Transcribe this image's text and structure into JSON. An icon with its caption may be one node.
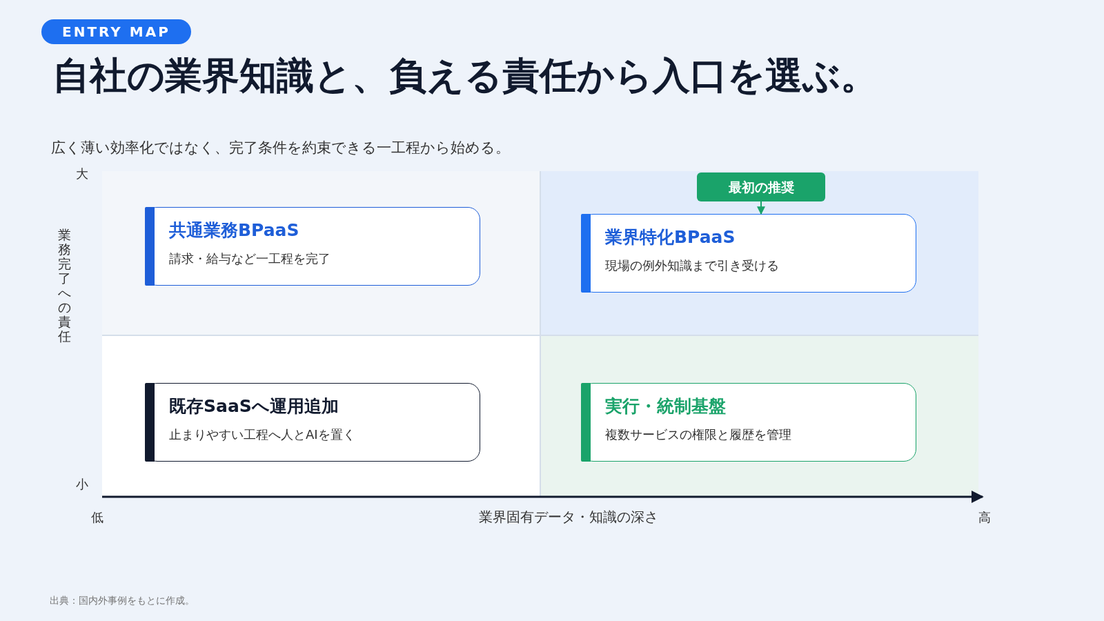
{
  "diagram": {
    "title": "自社の業界知識と、負える責任から入口を選ぶ。",
    "caption": "出典：国内外事例をもとに作成。",
    "nodes": [
      {
        "text": [
          "共通業務BPaaS",
          "請求・給与など一工程を完了"
        ]
      },
      {
        "text": [
          "業界特化BPaaS",
          "現場の例外知識まで引き受ける"
        ]
      },
      {
        "text": [
          "既存SaaSへ運用追加",
          "止まりやすい工程へ人とAIを置く"
        ]
      },
      {
        "text": [
          "実行・統制基盤",
          "複数サービスの権限と履歴を管理"
        ]
      },
      {
        "text": [
          "最初の推奨"
        ]
      }
    ],
    "edges": [
      {
        "from": 4,
        "to": 1,
        "arrow": "to",
        "color": "#1aa36a"
      }
    ],
    "labels": [
      "ENTRY MAP",
      "広く薄い効率化ではなく、完了条件を約束できる一工程から始める。",
      "大",
      "業務完了への責任",
      "小",
      "低",
      "業界固有データ・知識の深さ",
      "高"
    ]
  }
}
